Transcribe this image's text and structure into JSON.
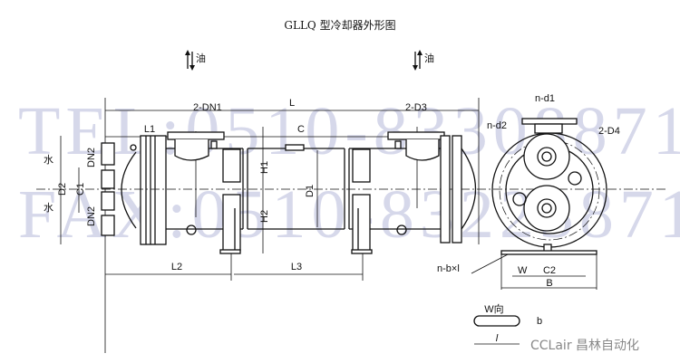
{
  "title": "GLLQ 型冷却器外形图",
  "watermark": {
    "tel": "TEL:0510-83308871",
    "fax": "FAX:0510-83223871"
  },
  "labels": {
    "oil_in": "油",
    "oil_out": "油",
    "water_out": "水",
    "water_in": "水",
    "L": "L",
    "L1": "L1",
    "C": "C",
    "DN1": "2-DN1",
    "D3": "2-D3",
    "DN2_top": "DN2",
    "DN2_bottom": "DN2",
    "D2": "D2",
    "C1": "C1",
    "H1": "H1",
    "H2": "H2",
    "D1": "D1",
    "L2": "L2",
    "L3": "L3",
    "nd1": "n-d1",
    "nd2": "n-d2",
    "D4": "2-D4",
    "nbl": "n-b×l",
    "W": "W",
    "C2": "C2",
    "B": "B",
    "W_view": "W向",
    "b": "b",
    "l": "l"
  },
  "brand": "CCLair 昌林自动化"
}
